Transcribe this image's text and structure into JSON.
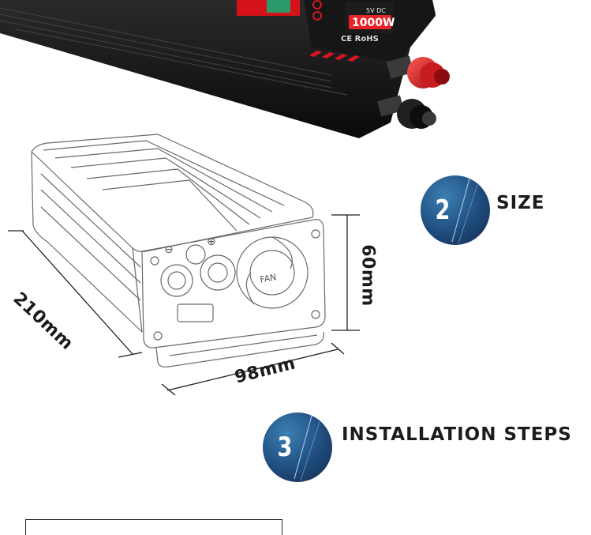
{
  "product": {
    "badge_voltage": "5V DC",
    "badge_power": "1000W",
    "cert_marks": "CE RoHS"
  },
  "drawing": {
    "fan_label": "FAN",
    "plus_symbol": "⊕",
    "minus_symbol": "⊖"
  },
  "dimensions": {
    "length": "210mm",
    "width": "98mm",
    "height": "60mm"
  },
  "sections": [
    {
      "number": "2",
      "title": "SIZE"
    },
    {
      "number": "3",
      "title": "INSTALLATION STEPS"
    }
  ],
  "colors": {
    "badge_dark": "#13294a",
    "badge_mid": "#1f4c7d",
    "badge_light": "#3c7fb3",
    "product_red": "#d8141c",
    "product_body": "#121212",
    "label_text": "#1c1c1c"
  }
}
